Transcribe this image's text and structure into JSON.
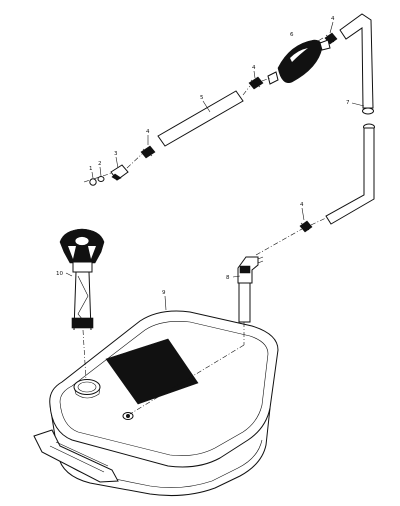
{
  "diagram": {
    "callouts": [
      {
        "id": "c1",
        "label": "1"
      },
      {
        "id": "c2",
        "label": "2"
      },
      {
        "id": "c3",
        "label": "3"
      },
      {
        "id": "c4a",
        "label": "4"
      },
      {
        "id": "c4b",
        "label": "4"
      },
      {
        "id": "c4c",
        "label": "4"
      },
      {
        "id": "c4d",
        "label": "4"
      },
      {
        "id": "c5",
        "label": "5"
      },
      {
        "id": "c6",
        "label": "6"
      },
      {
        "id": "c7",
        "label": "7"
      },
      {
        "id": "c8",
        "label": "8"
      },
      {
        "id": "c9",
        "label": "9"
      },
      {
        "id": "c10",
        "label": "10"
      }
    ]
  },
  "colors": {
    "ink": "#111111",
    "paper": "#ffffff"
  }
}
